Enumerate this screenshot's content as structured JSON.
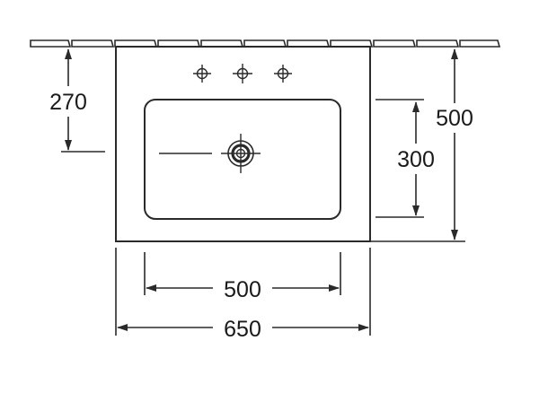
{
  "drawing": {
    "dimensions": {
      "depth_tap": "270",
      "depth_total": "500",
      "depth_bowl": "300",
      "width_bowl": "500",
      "width_total": "650"
    },
    "colors": {
      "line": "#2a2a2a",
      "background": "#ffffff",
      "text": "#1a1a1a"
    },
    "icons": {
      "tap_holes": [
        "tap-hole-icon",
        "tap-hole-icon",
        "tap-hole-icon"
      ],
      "drain": "drain-icon"
    }
  }
}
